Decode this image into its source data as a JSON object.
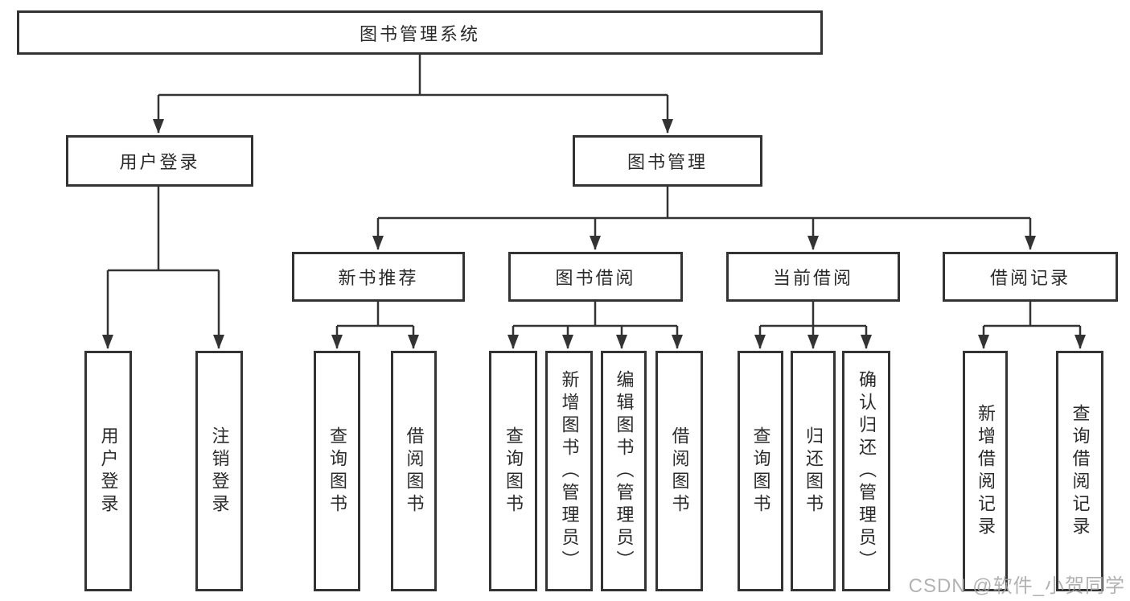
{
  "tree": {
    "root": "图书管理系统",
    "branches": {
      "user_login": {
        "label": "用户登录",
        "children": {
          "login": "用户登录",
          "logout": "注销登录"
        }
      },
      "book_mgmt": {
        "label": "图书管理",
        "sections": {
          "new_book": {
            "label": "新书推荐",
            "children": {
              "query": "查询图书",
              "borrow": "借阅图书"
            }
          },
          "borrowing": {
            "label": "图书借阅",
            "children": {
              "query": "查询图书",
              "add": "新增图书（管理员）",
              "edit": "编辑图书（管理员）",
              "borrow": "借阅图书"
            }
          },
          "current": {
            "label": "当前借阅",
            "children": {
              "query": "查询图书",
              "return": "归还图书",
              "confirm": "确认归还（管理员）"
            }
          },
          "records": {
            "label": "借阅记录",
            "children": {
              "add": "新增借阅记录",
              "query": "查询借阅记录"
            }
          }
        }
      }
    }
  },
  "colors": {
    "line": "#333333",
    "border": "#333333",
    "text": "#2b2b2b",
    "watermark": "#a4a4a4"
  },
  "watermark": "CSDN @软件_小贺同学"
}
